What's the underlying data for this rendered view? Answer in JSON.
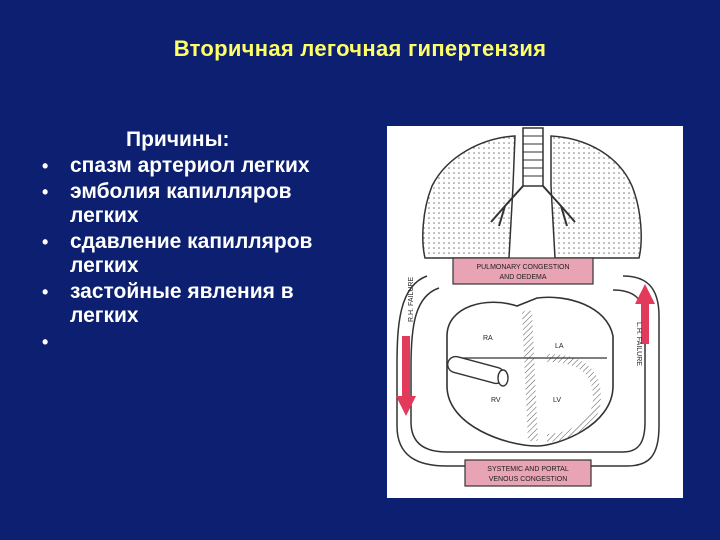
{
  "title": "Вторичная легочная гипертензия",
  "causes": {
    "heading": "Причины:",
    "items": [
      "спазм артериол легких",
      "эмболия капилляров легких",
      "сдавление капилляров легких",
      "застойные явления в легких",
      ""
    ]
  },
  "diagram": {
    "pulmonary_label_1": "PULMONARY CONGESTION",
    "pulmonary_label_2": "AND OEDEMA",
    "systemic_label_1": "SYSTEMIC AND PORTAL",
    "systemic_label_2": "VENOUS CONGESTION",
    "rh_failure": "R.H. FAILURE",
    "lh_failure": "L.H. FAILURE",
    "ra": "RA",
    "la": "LA",
    "rv": "RV",
    "lv": "LV",
    "colors": {
      "background": "#0c1f70",
      "title": "#ffff66",
      "arrow": "#e23a5a",
      "label_box": "#e8a3b4"
    }
  }
}
